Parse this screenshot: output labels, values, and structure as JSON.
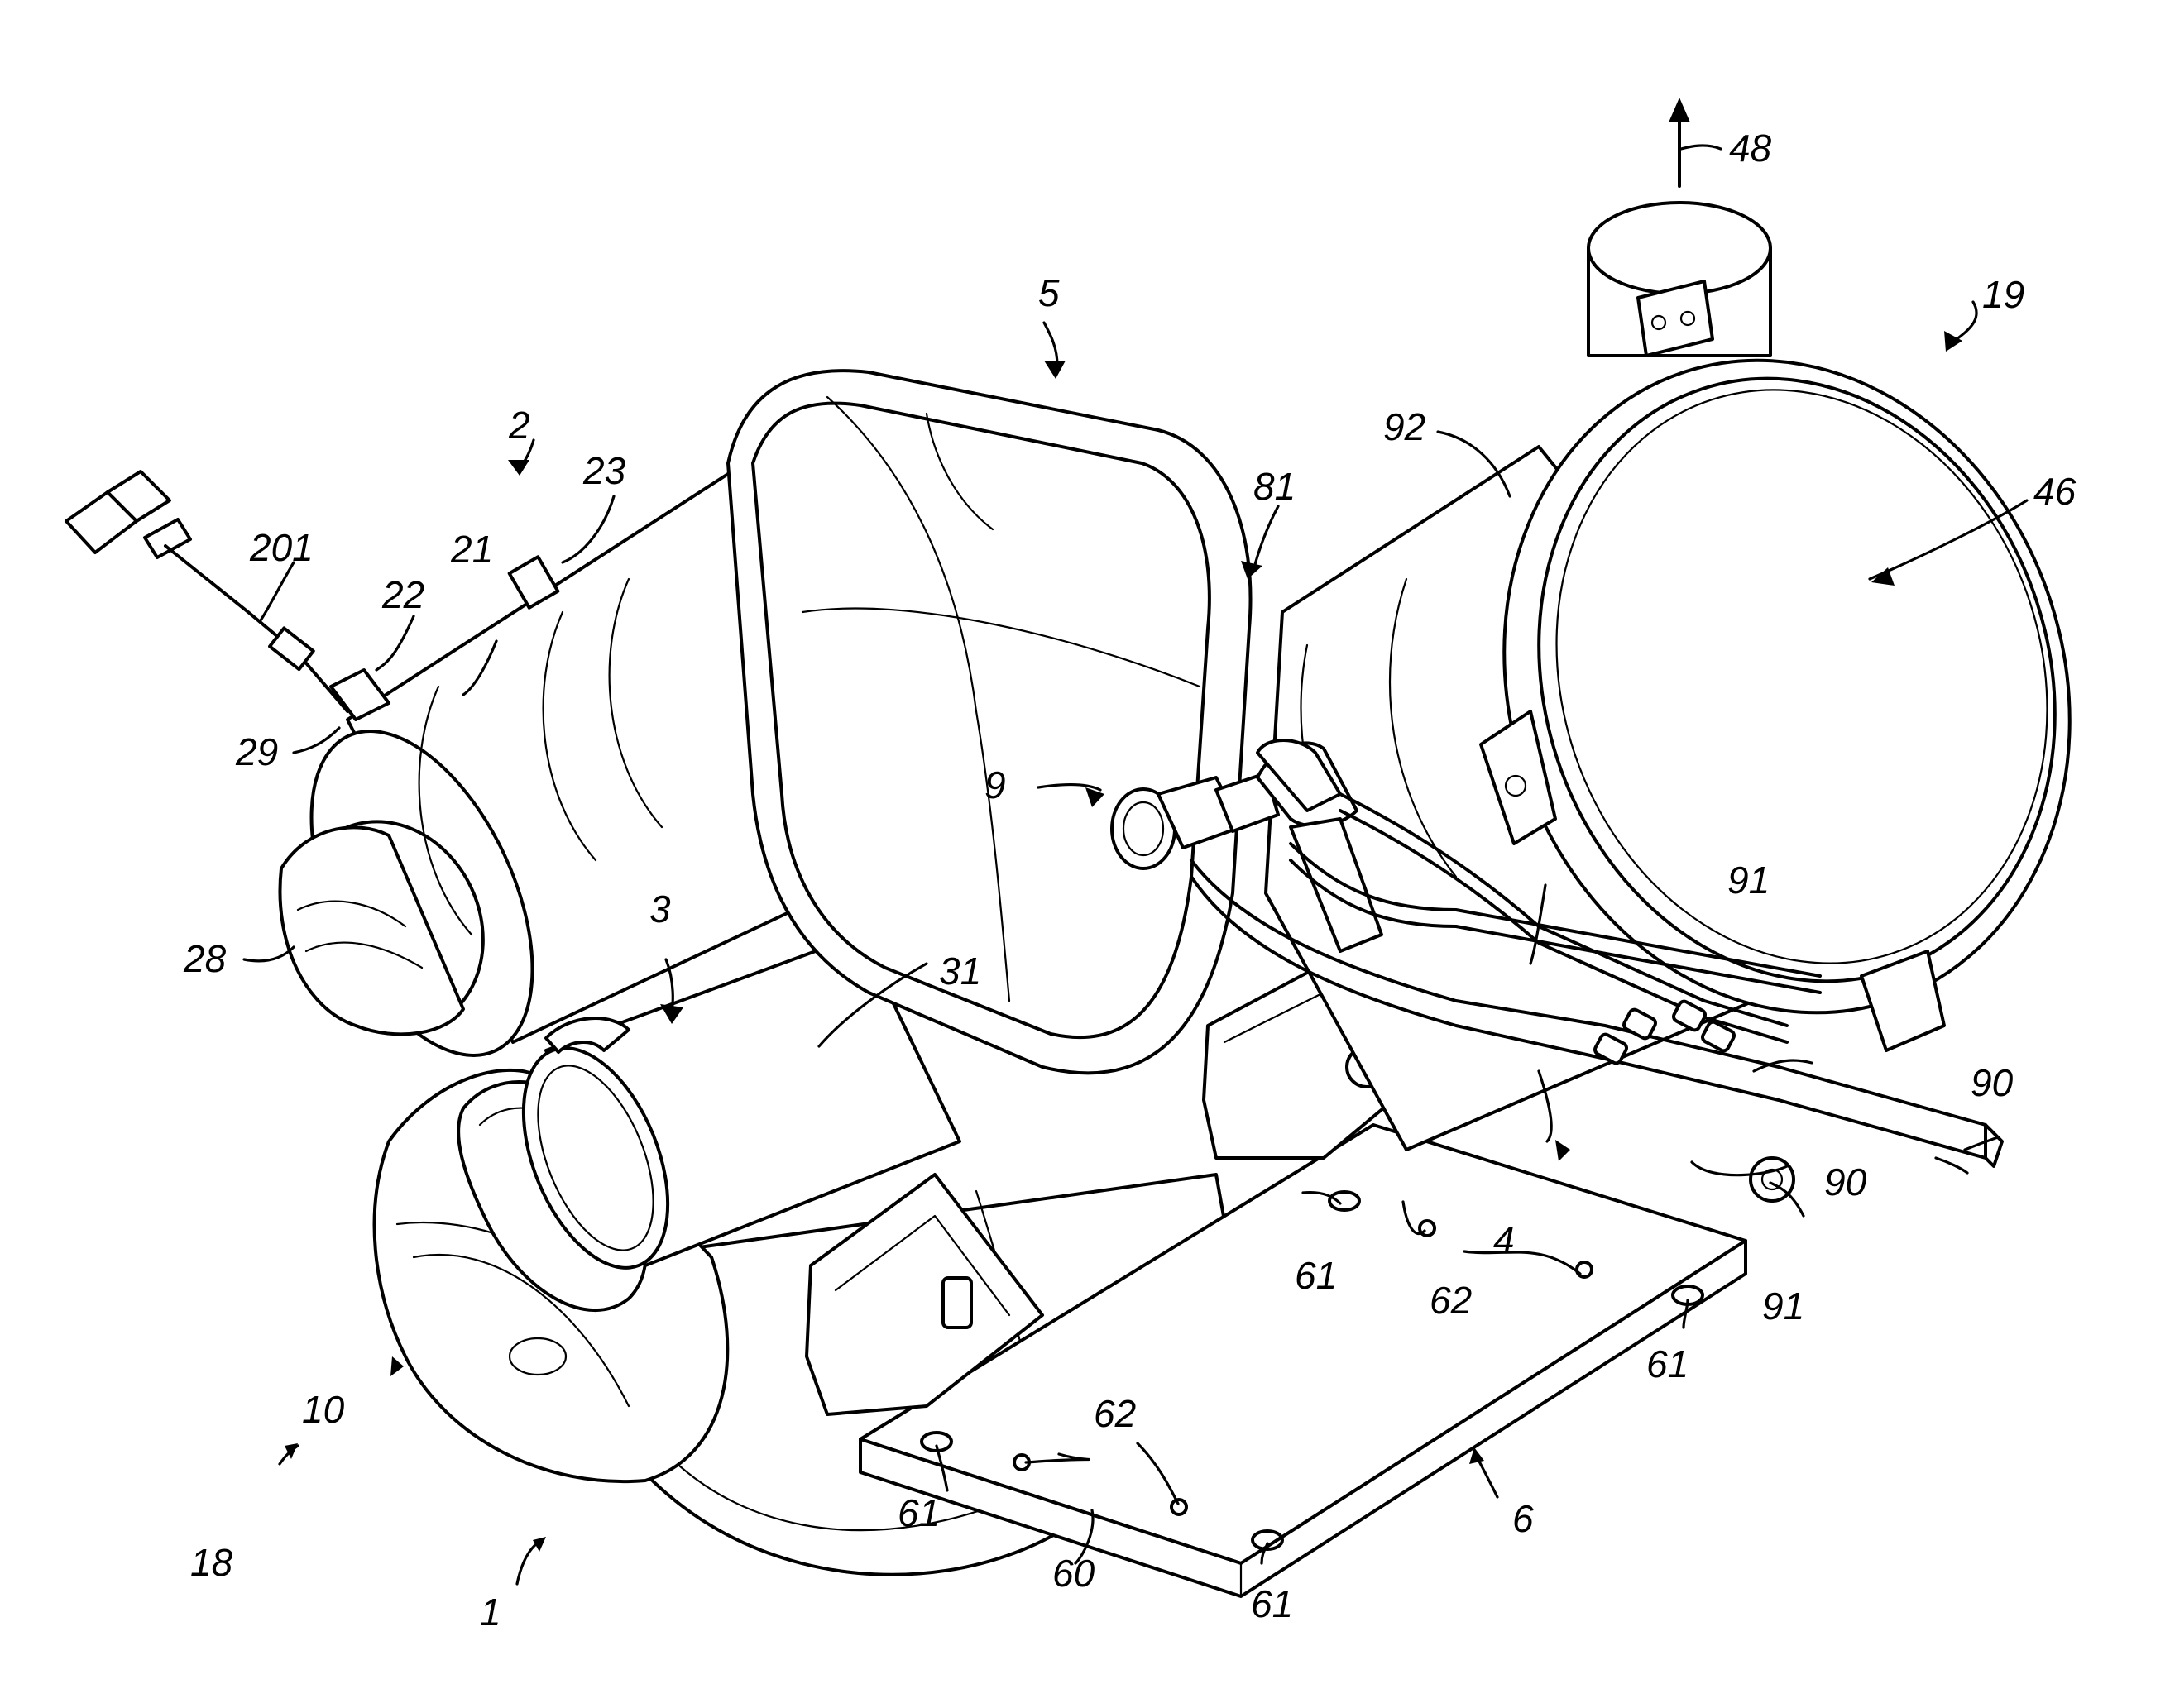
{
  "figure": {
    "reference_numerals": {
      "n1": "1",
      "n2": "2",
      "n3": "3",
      "n4": "4",
      "n5": "5",
      "n6": "6",
      "n9": "9",
      "n10": "10",
      "n18": "18",
      "n19": "19",
      "n21": "21",
      "n22": "22",
      "n23": "23",
      "n28": "28",
      "n29": "29",
      "n31": "31",
      "n46": "46",
      "n48": "48",
      "n60": "60",
      "n61": "61",
      "n62": "62",
      "n81": "81",
      "n90": "90",
      "n91": "91",
      "n92": "92",
      "n201": "201"
    }
  }
}
